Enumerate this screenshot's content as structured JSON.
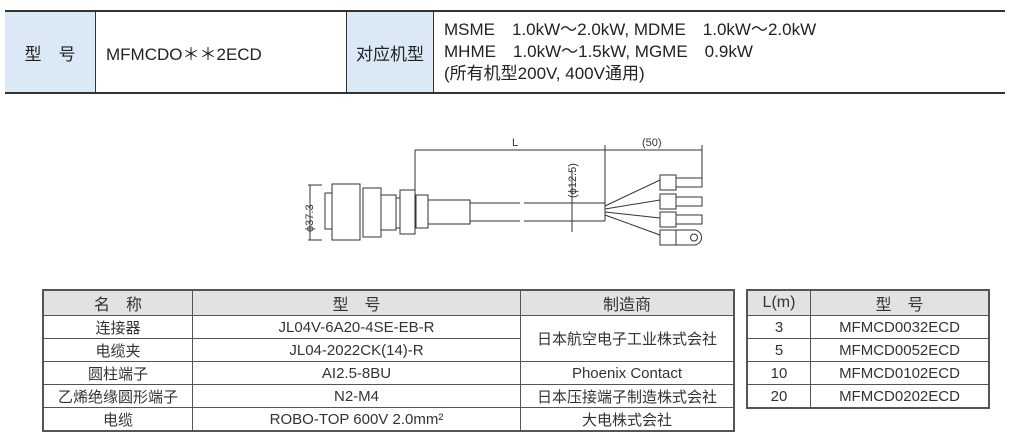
{
  "top": {
    "model_label": "型　号",
    "model_value": "MFMCDO＊＊2ECD",
    "applicable_label": "对应机型",
    "applicable_lines": [
      "MSME　1.0kW～2.0kW,  MDME　1.0kW～2.0kW",
      "MHME　1.0kW～1.5kW,  MGME　0.9kW",
      "(所有机型200V, 400V通用)"
    ]
  },
  "diagram": {
    "dim_length": "L",
    "dim_tail": "(50)",
    "dim_cable_dia": "(ϕ12.5)",
    "dim_connector_dia": "ϕ37.3"
  },
  "parts": {
    "headers": [
      "名　称",
      "型　号",
      "制造商"
    ],
    "rows": [
      [
        "连接器",
        "JL04V-6A20-4SE-EB-R",
        "日本航空电子工业株式会社"
      ],
      [
        "电缆夹",
        "JL04-2022CK(14)-R",
        ""
      ],
      [
        "圆柱端子",
        "AI2.5-8BU",
        "Phoenix Contact"
      ],
      [
        "乙烯绝缘圆形端子",
        "N2-M4",
        "日本压接端子制造株式会社"
      ],
      [
        "电缆",
        "ROBO-TOP 600V 2.0mm²",
        "大电株式会社"
      ]
    ]
  },
  "lengths": {
    "headers": [
      "L(m)",
      "型　号"
    ],
    "rows": [
      [
        "3",
        "MFMCD0032ECD"
      ],
      [
        "5",
        "MFMCD0052ECD"
      ],
      [
        "10",
        "MFMCD0102ECD"
      ],
      [
        "20",
        "MFMCD0202ECD"
      ]
    ]
  }
}
